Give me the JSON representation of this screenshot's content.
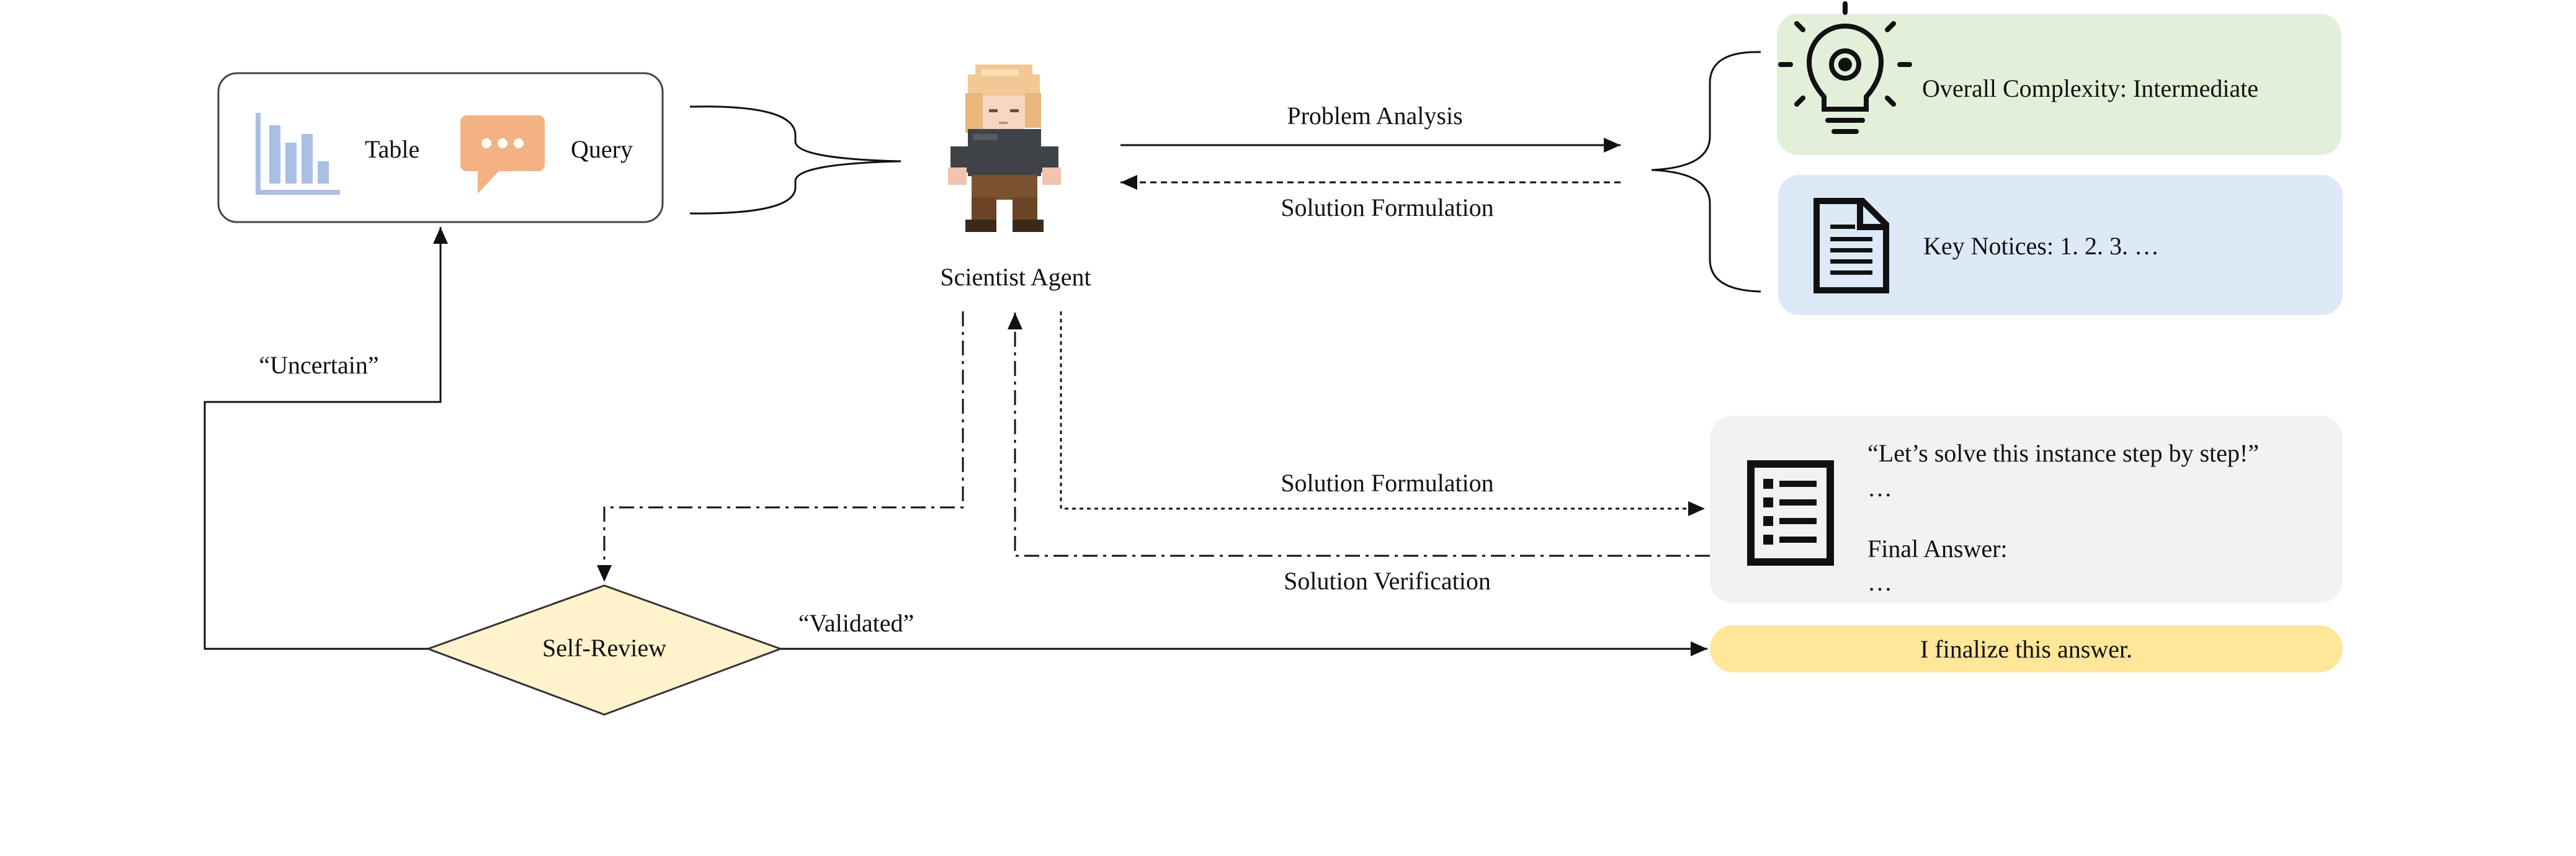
{
  "input_box": {
    "table_label": "Table",
    "query_label": "Query"
  },
  "agent": {
    "label": "Scientist Agent"
  },
  "flows": {
    "problem_analysis": "Problem Analysis",
    "solution_formulation_top": "Solution Formulation",
    "solution_formulation_mid": "Solution Formulation",
    "solution_verification": "Solution Verification",
    "uncertain": "“Uncertain”",
    "validated": "“Validated”"
  },
  "analysis": {
    "complexity": "Overall Complexity: Intermediate",
    "key_notices": "Key Notices: 1. 2. 3. …"
  },
  "solution": {
    "line1": "“Let’s solve this instance step by step!”",
    "line2": "…",
    "line3": "Final Answer:",
    "line4": "…"
  },
  "review": {
    "label": "Self-Review"
  },
  "final": {
    "label": "I finalize this answer."
  },
  "colors": {
    "complexity_bg": "#e2f0d9",
    "notices_bg": "#dde9f6",
    "solution_bg": "#f2f2f2",
    "final_bg": "#ffe699",
    "review_bg": "#fff2cc",
    "table_icon": "#a9bfe3",
    "query_icon": "#f4b183"
  },
  "icons": {
    "table": "bar-chart-icon",
    "query": "chat-bubble-icon",
    "agent": "pixel-character-icon",
    "complexity": "lightbulb-gear-icon",
    "notices": "document-icon",
    "solution": "checklist-icon"
  }
}
